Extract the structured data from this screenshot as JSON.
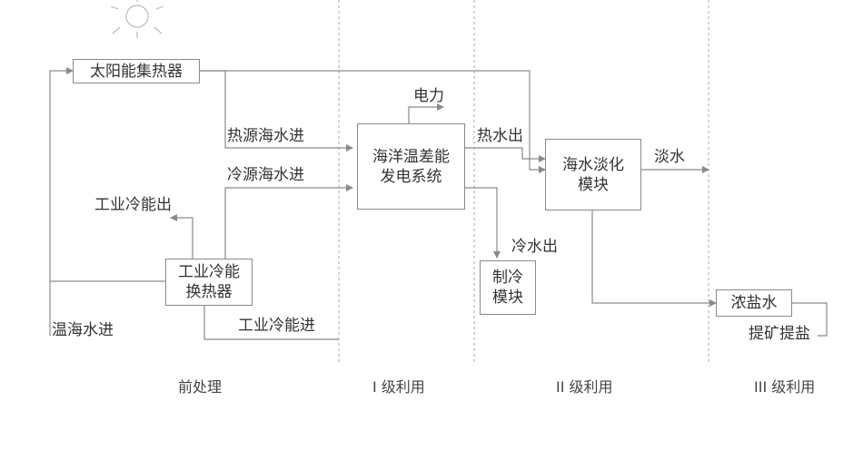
{
  "boxes": {
    "solar_collector": "太阳能集热器",
    "otec": "海洋温差能\n发电系统",
    "desalination": "海水淡化\n模块",
    "industrial_hx": "工业冷能\n换热器",
    "cooling": "制冷\n模块",
    "brine": "浓盐水"
  },
  "flows": {
    "electricity": "电力",
    "hot_seawater_in": "热源海水进",
    "cold_seawater_in": "冷源海水进",
    "hot_water_out": "热水出",
    "fresh_water": "淡水",
    "cold_water_out": "冷水出",
    "industrial_cold_out": "工业冷能出",
    "industrial_cold_in": "工业冷能进",
    "warm_seawater_in": "温海水进",
    "mineral_extraction": "提矿提盐"
  },
  "stages": {
    "pre": "前处理",
    "level1": "I 级利用",
    "level2": "II 级利用",
    "level3": "III 级利用"
  },
  "colors": {
    "line": "#8a8a8a",
    "divider": "#aaaaaa",
    "sun": "#bbbbbb"
  },
  "icons": [
    "sun-icon"
  ]
}
